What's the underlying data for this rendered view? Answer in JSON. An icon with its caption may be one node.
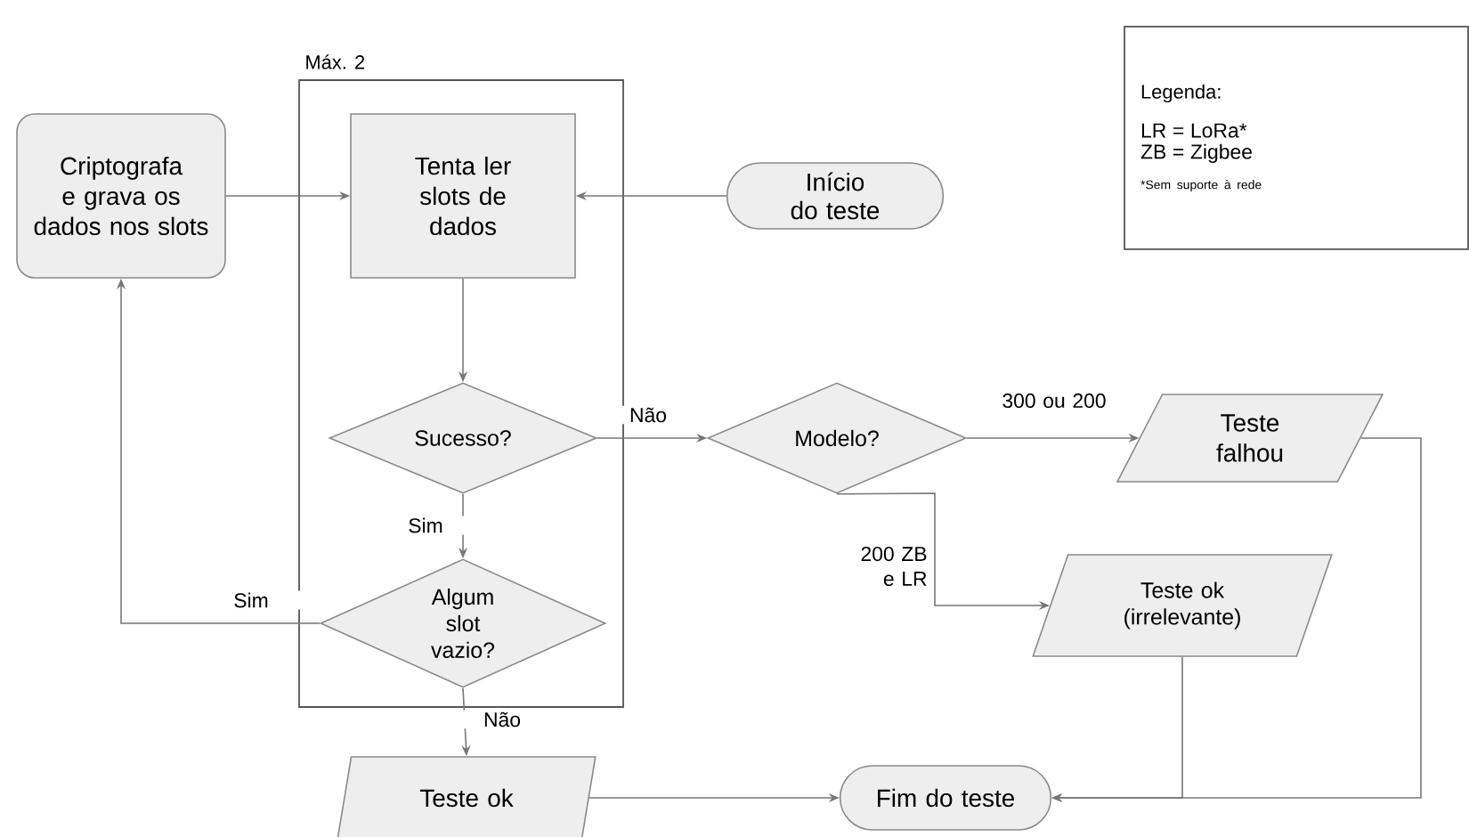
{
  "diagram": {
    "nodes": [
      {
        "text": [
          "Máx. 2"
        ]
      },
      {
        "text": [
          "Criptografa e grava os dados nos slots"
        ]
      },
      {
        "text": [
          "Tenta ler slots de dados"
        ],
        "in": 0
      },
      {
        "text": [
          "Início do teste"
        ]
      },
      {
        "text": [
          "Sucesso?"
        ],
        "in": 0
      },
      {
        "text": [
          "Algum slot vazio?"
        ],
        "in": 0
      },
      {
        "text": [
          "Modelo?"
        ]
      },
      {
        "text": [
          "Teste falhou"
        ]
      },
      {
        "text": [
          "Teste ok (irrelevante)"
        ]
      },
      {
        "text": [
          "Teste ok"
        ]
      },
      {
        "text": [
          "Fim do teste"
        ]
      },
      {
        "text": [
          "Legenda:",
          "LR = LoRa*",
          "ZB = Zigbee",
          "*Sem suporte à rede"
        ]
      }
    ],
    "edges": [
      {
        "from": 1,
        "to": 2,
        "arrow": "to"
      },
      {
        "from": 3,
        "to": 2,
        "arrow": "to"
      },
      {
        "from": 2,
        "to": 4,
        "arrow": "to"
      },
      {
        "from": 4,
        "to": 6,
        "arrow": "to",
        "label": "Não"
      },
      {
        "from": 4,
        "to": 5,
        "arrow": "to",
        "label": "Sim"
      },
      {
        "from": 5,
        "to": 1,
        "arrow": "to",
        "label": "Sim"
      },
      {
        "from": 5,
        "to": 9,
        "arrow": "to",
        "label": "Não"
      },
      {
        "from": 6,
        "to": 7,
        "arrow": "to",
        "label": "300 ou 200"
      },
      {
        "from": 6,
        "to": 8,
        "arrow": "to",
        "label": "200 ZB e LR"
      },
      {
        "from": 9,
        "to": 10,
        "arrow": "to"
      },
      {
        "from": 8,
        "to": 10,
        "arrow": "to"
      },
      {
        "from": 7,
        "to": 10,
        "arrow": "to"
      }
    ]
  }
}
